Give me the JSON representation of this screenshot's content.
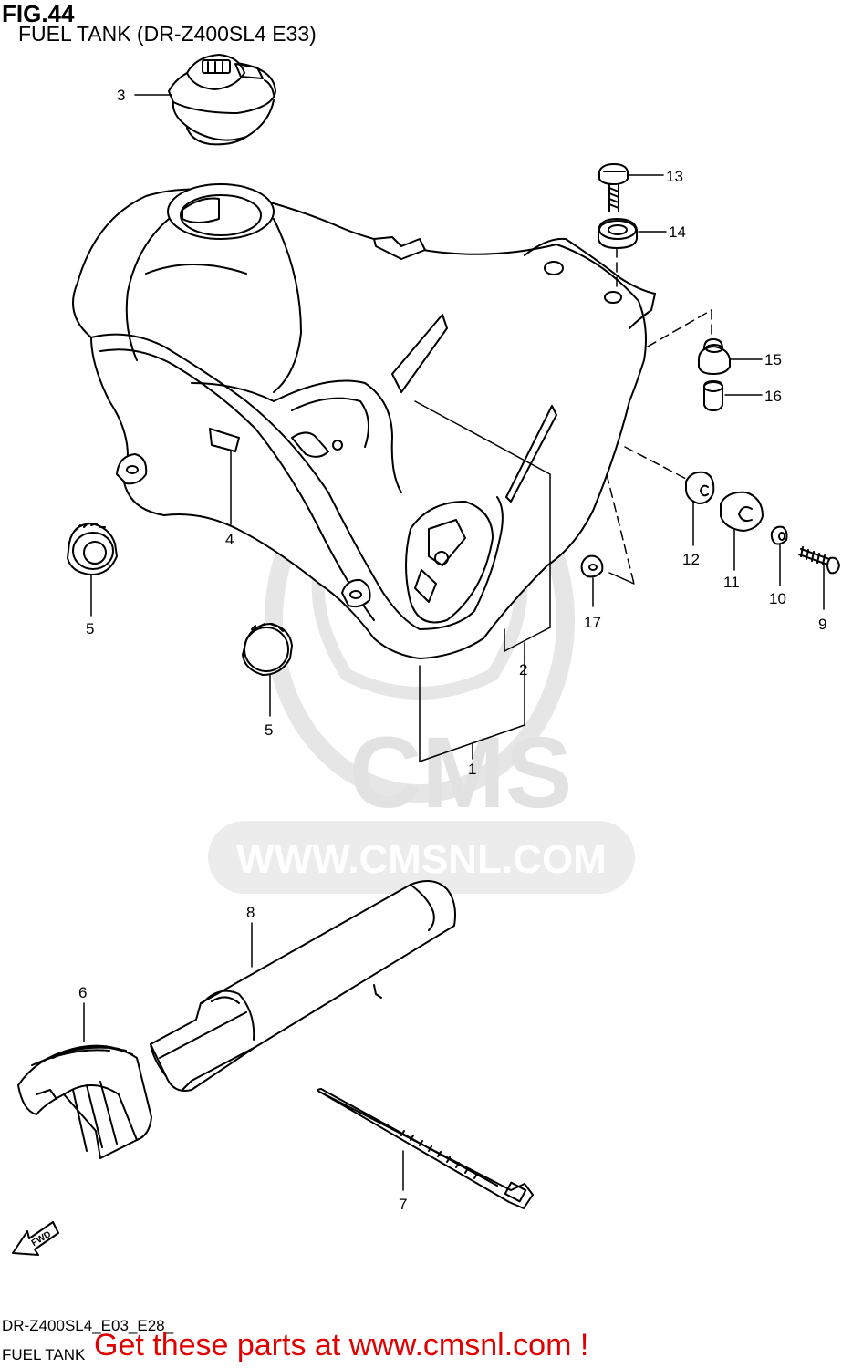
{
  "header": {
    "figure": "FIG.44",
    "title": "FUEL TANK (DR-Z400SL4 E33)"
  },
  "parts": [
    {
      "ref": "1"
    },
    {
      "ref": "2"
    },
    {
      "ref": "3"
    },
    {
      "ref": "4"
    },
    {
      "ref": "5"
    },
    {
      "ref": "5"
    },
    {
      "ref": "6"
    },
    {
      "ref": "7"
    },
    {
      "ref": "8"
    },
    {
      "ref": "9"
    },
    {
      "ref": "10"
    },
    {
      "ref": "11"
    },
    {
      "ref": "12"
    },
    {
      "ref": "13"
    },
    {
      "ref": "14"
    },
    {
      "ref": "15"
    },
    {
      "ref": "16"
    },
    {
      "ref": "17"
    }
  ],
  "watermark": {
    "brand": "CMS",
    "url": "WWW.CMSNL.COM"
  },
  "direction_marker": "FWD",
  "footer": {
    "model_code": "DR-Z400SL4_E03_E28_",
    "section_name": "FUEL TANK",
    "cta": "Get these parts at www.cmsnl.com !",
    "cta_color": "#e00000"
  }
}
